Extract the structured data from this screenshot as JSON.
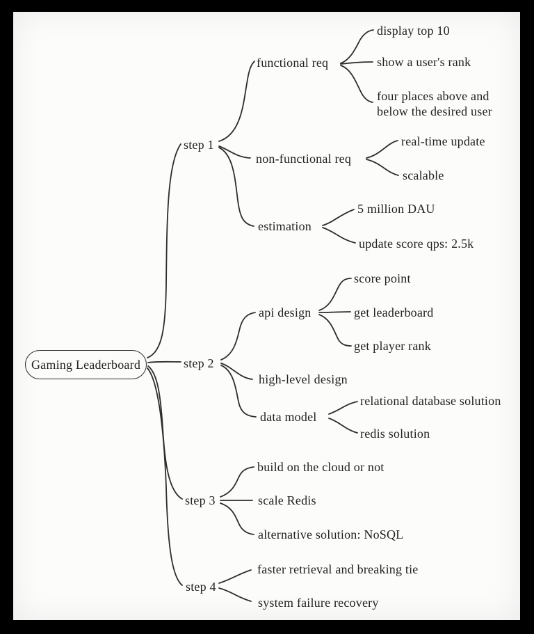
{
  "colors": {
    "line": "#2d2d2d",
    "text": "#222222",
    "frame": "#000000",
    "page": "#fcfcfb"
  },
  "mindmap": {
    "label": "Gaming Leaderboard",
    "children": [
      {
        "label": "step 1",
        "children": [
          {
            "label": "functional req",
            "children": [
              {
                "label": "display top 10"
              },
              {
                "label": "show a user's rank"
              },
              {
                "label": "four places above and\nbelow the desired user"
              }
            ]
          },
          {
            "label": "non-functional req",
            "children": [
              {
                "label": "real-time update"
              },
              {
                "label": "scalable"
              }
            ]
          },
          {
            "label": "estimation",
            "children": [
              {
                "label": "5 million DAU"
              },
              {
                "label": "update score qps: 2.5k"
              }
            ]
          }
        ]
      },
      {
        "label": "step 2",
        "children": [
          {
            "label": "api design",
            "children": [
              {
                "label": "score point"
              },
              {
                "label": "get leaderboard"
              },
              {
                "label": "get player rank"
              }
            ]
          },
          {
            "label": "high-level design",
            "children": []
          },
          {
            "label": "data model",
            "children": [
              {
                "label": "relational database solution"
              },
              {
                "label": "redis solution"
              }
            ]
          }
        ]
      },
      {
        "label": "step 3",
        "children": [
          {
            "label": "build on the cloud or not"
          },
          {
            "label": "scale Redis"
          },
          {
            "label": "alternative solution: NoSQL"
          }
        ]
      },
      {
        "label": "step 4",
        "children": [
          {
            "label": "faster retrieval and breaking tie"
          },
          {
            "label": "system failure recovery"
          }
        ]
      }
    ]
  }
}
